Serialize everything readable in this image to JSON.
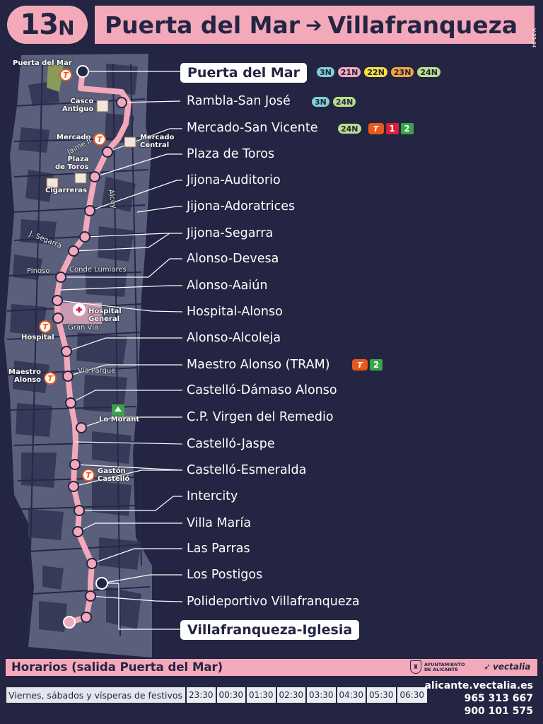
{
  "header": {
    "route_number": "13",
    "route_suffix": "N",
    "origin": "Puerta del Mar",
    "arrow": "➔",
    "destination": "Villafranqueza",
    "version": "V 23-04"
  },
  "colors": {
    "background": "#232542",
    "accent_pink": "#f4a9bb",
    "map_block": "#4a4f6b",
    "route_line": "#f4a9bb",
    "tram_orange": "#e8591a",
    "tram_line1": "#d6213a",
    "tram_line2": "#3aa34a"
  },
  "map": {
    "labels": [
      {
        "id": "puerta-del-mar",
        "text": "Puerta del Mar",
        "kind": "place"
      },
      {
        "id": "casco-antiguo",
        "text": "Casco\nAntiguo",
        "kind": "place"
      },
      {
        "id": "mercado",
        "text": "Mercado",
        "kind": "place"
      },
      {
        "id": "mercado-central",
        "text": "Mercado\nCentral",
        "kind": "place"
      },
      {
        "id": "jaime-ii",
        "text": "Jaime II",
        "kind": "street"
      },
      {
        "id": "plaza-de-toros",
        "text": "Plaza\nde Toros",
        "kind": "place"
      },
      {
        "id": "cigarreras",
        "text": "Cigarreras",
        "kind": "place"
      },
      {
        "id": "alcoy",
        "text": "Alcoy",
        "kind": "street"
      },
      {
        "id": "j-segarra",
        "text": "J. Segarra",
        "kind": "street"
      },
      {
        "id": "pinoso",
        "text": "Pinoso",
        "kind": "street"
      },
      {
        "id": "conde-lumiares",
        "text": "Conde Lumiares",
        "kind": "street"
      },
      {
        "id": "hospital-general",
        "text": "Hospital\nGeneral",
        "kind": "place"
      },
      {
        "id": "hospital",
        "text": "Hospital",
        "kind": "place"
      },
      {
        "id": "gran-via",
        "text": "Gran Vía",
        "kind": "street"
      },
      {
        "id": "maestro-alonso",
        "text": "Maestro\nAlonso",
        "kind": "place"
      },
      {
        "id": "via-parque",
        "text": "Vía Parque",
        "kind": "street"
      },
      {
        "id": "lo-morant",
        "text": "Lo Morant",
        "kind": "place"
      },
      {
        "id": "gaston-castello",
        "text": "Gastón\nCastelló",
        "kind": "place"
      }
    ]
  },
  "stops": [
    {
      "name": "Puerta del Mar",
      "terminal": true
    },
    {
      "name": "Rambla-San José"
    },
    {
      "name": "Mercado-San Vicente"
    },
    {
      "name": "Plaza de Toros"
    },
    {
      "name": "Jijona-Auditorio"
    },
    {
      "name": "Jijona-Adoratrices"
    },
    {
      "name": "Jijona-Segarra"
    },
    {
      "name": "Alonso-Devesa"
    },
    {
      "name": "Alonso-Aaiún"
    },
    {
      "name": "Hospital-Alonso"
    },
    {
      "name": "Alonso-Alcoleja"
    },
    {
      "name": "Maestro Alonso (TRAM)"
    },
    {
      "name": "Castelló-Dámaso Alonso"
    },
    {
      "name": "C.P. Virgen del Remedio"
    },
    {
      "name": "Castelló-Jaspe"
    },
    {
      "name": "Castelló-Esmeralda"
    },
    {
      "name": "Intercity"
    },
    {
      "name": "Villa María"
    },
    {
      "name": "Las Parras"
    },
    {
      "name": "Los Postigos"
    },
    {
      "name": "Polideportivo Villafranqueza"
    },
    {
      "name": "Villafranqueza-Iglesia",
      "terminal": true
    }
  ],
  "connections": {
    "puerta_del_mar": [
      {
        "label": "3N",
        "color": "#7fd3d3"
      },
      {
        "label": "21N",
        "color": "#f4a9bb"
      },
      {
        "label": "22N",
        "color": "#f5e23a"
      },
      {
        "label": "23N",
        "color": "#f5a540"
      },
      {
        "label": "24N",
        "color": "#b8e08a"
      }
    ],
    "rambla": [
      {
        "label": "3N",
        "color": "#7fd3d3"
      },
      {
        "label": "24N",
        "color": "#b8e08a"
      }
    ],
    "mercado": [
      {
        "label": "24N",
        "color": "#b8e08a"
      }
    ],
    "tram_symbol": "T",
    "tram_line_1": "1",
    "tram_line_2": "2"
  },
  "schedule": {
    "title": "Horarios (salida Puerta del Mar)",
    "row_label": "Viernes, sábados y vísperas de festivos",
    "times": [
      "23:30",
      "00:30",
      "01:30",
      "02:30",
      "03:30",
      "04:30",
      "05:30",
      "06:30"
    ]
  },
  "footer": {
    "ayuntamiento_line1": "AYUNTAMIENTO",
    "ayuntamiento_line2": "DE ALICANTE",
    "operator": "vectalia",
    "website": "alicante.vectalia.es",
    "phone1": "965 313 667",
    "phone2": "900 101 575"
  }
}
